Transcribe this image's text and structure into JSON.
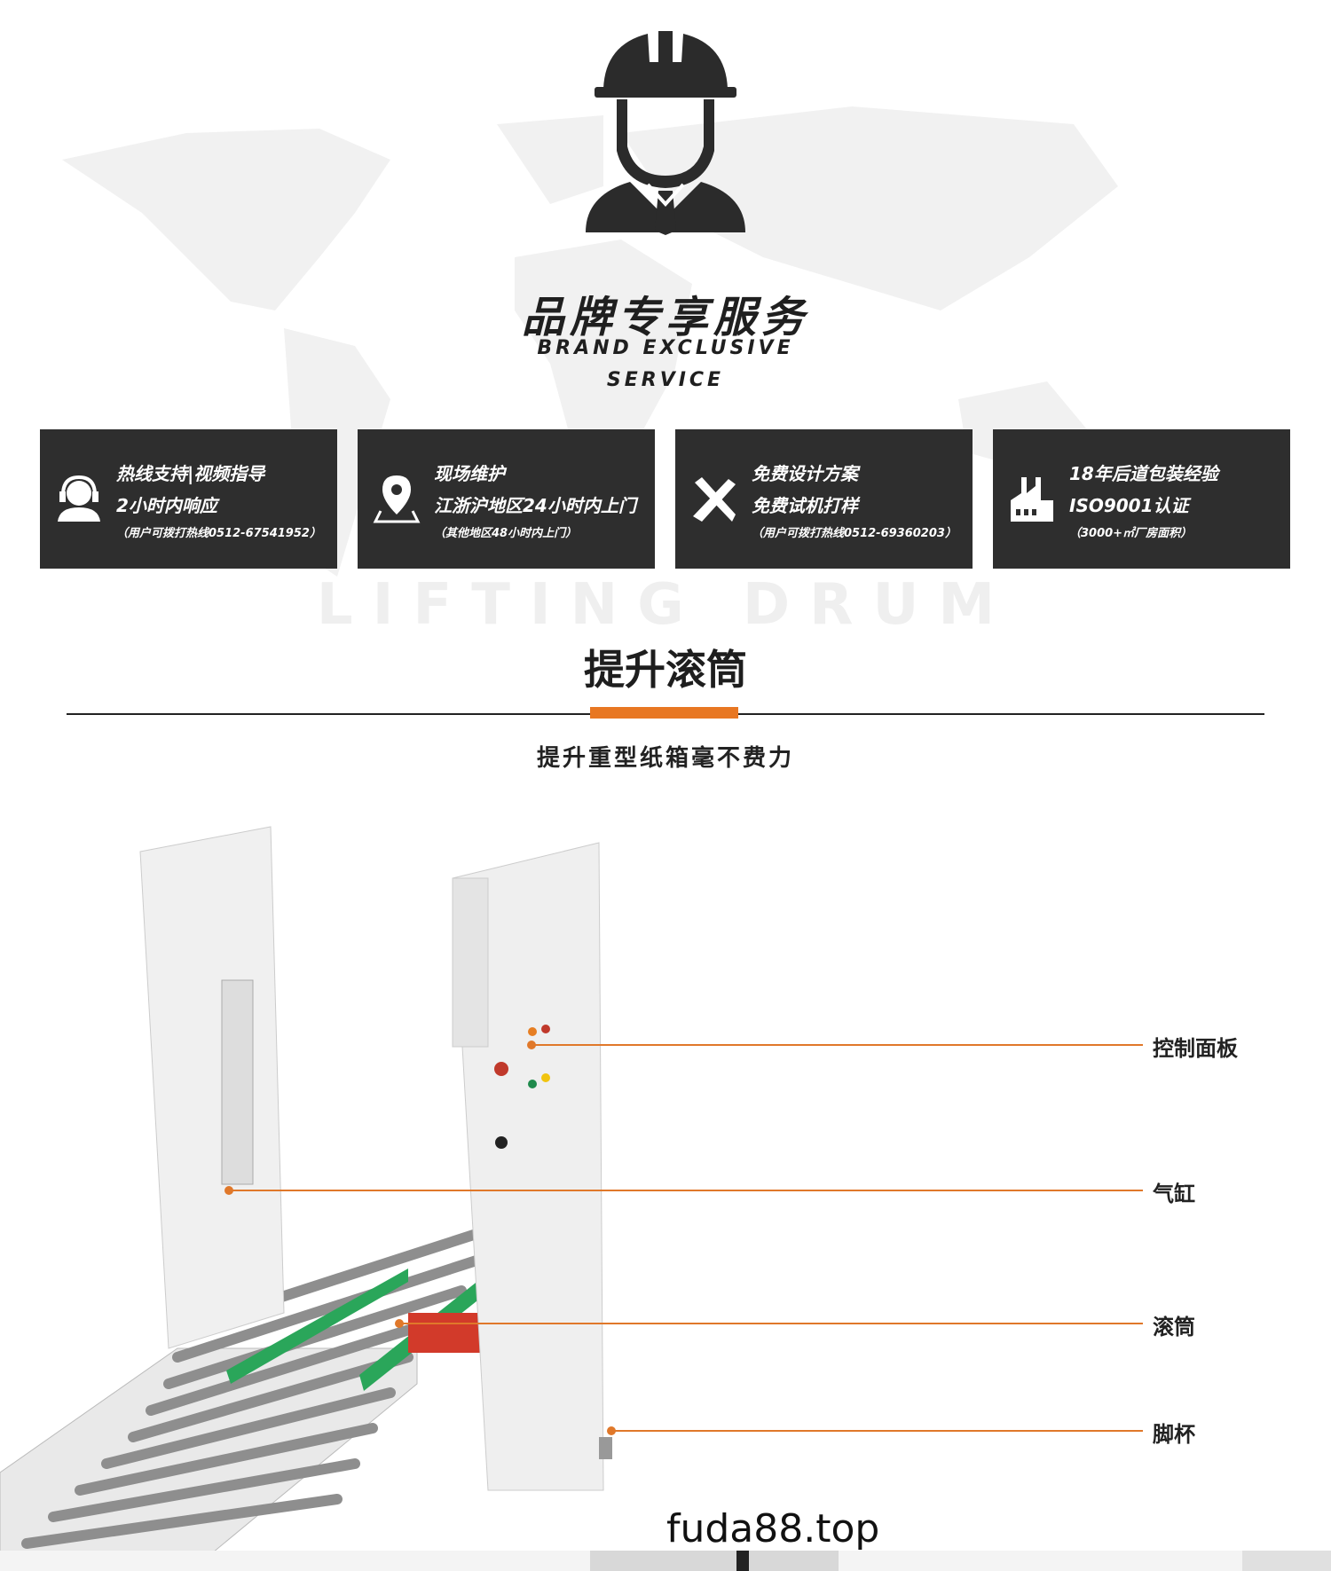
{
  "header": {
    "title_cn": "品牌专享服务",
    "title_en_1": "BRAND EXCLUSIVE",
    "title_en_2": "SERVICE"
  },
  "services": [
    {
      "icon": "headset-icon",
      "line1": "热线支持|视频指导",
      "line2": "2小时内响应",
      "line3": "（用户可拨打热线0512-67541952）"
    },
    {
      "icon": "location-pin-icon",
      "line1": "现场维护",
      "line2": "江浙沪地区24小时内上门",
      "line3": "（其他地区48小时内上门）"
    },
    {
      "icon": "ruler-pencil-icon",
      "line1": "免费设计方案",
      "line2": "免费试机打样",
      "line3": "（用户可拨打热线0512-69360203）"
    },
    {
      "icon": "factory-icon",
      "line1": "18年后道包装经验",
      "line2": "ISO9001认证",
      "line3": "（3000+㎡厂房面积）"
    }
  ],
  "section": {
    "watermark": "LIFTING DRUM",
    "title": "提升滚筒",
    "subtitle": "提升重型纸箱毫不费力"
  },
  "callouts": {
    "control_panel": "控制面板",
    "cylinder": "气缸",
    "roller": "滚筒",
    "foot_cup": "脚杯"
  },
  "footer": {
    "watermark": "fuda88.top"
  },
  "colors": {
    "accent": "#e87722",
    "box": "#2e2e2e"
  }
}
